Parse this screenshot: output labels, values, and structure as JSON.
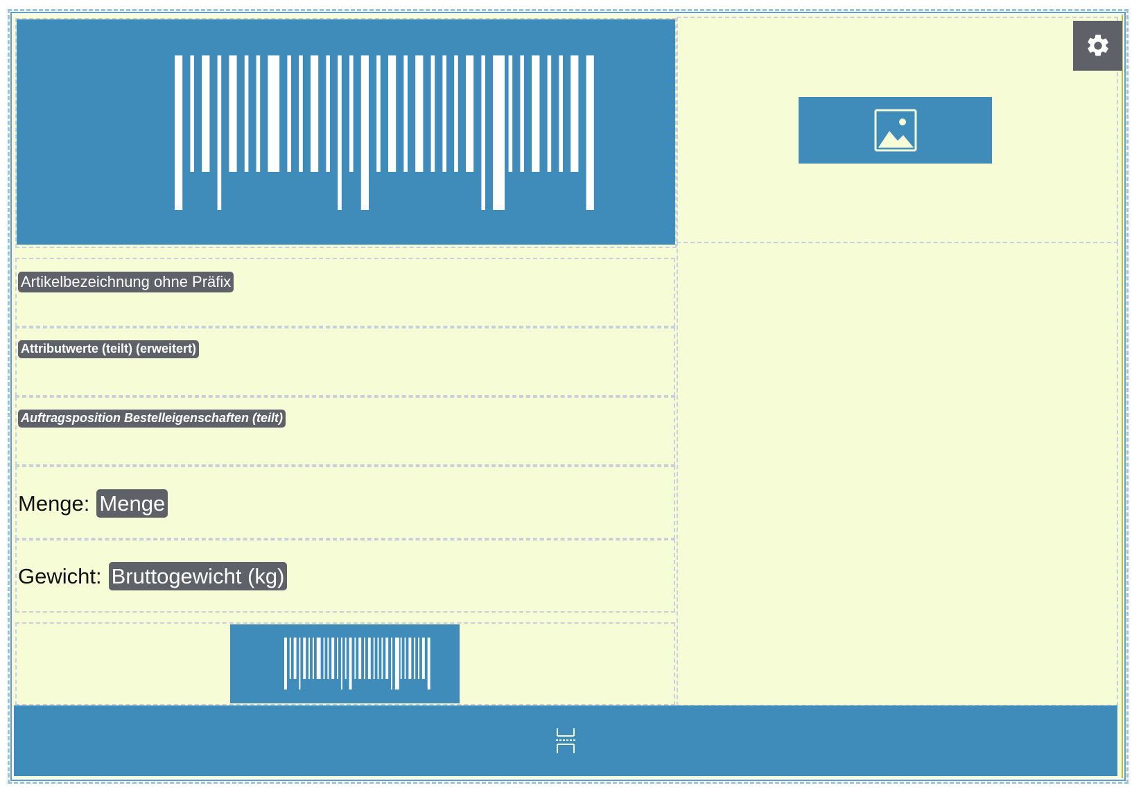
{
  "fields": {
    "article_name": "Artikelbezeichnung ohne Präfix",
    "attribute_values": "Attributwerte (teilt) (erweitert)",
    "order_properties": "Auftragsposition Bestelleigenschaften (teilt)",
    "quantity_label": "Menge:",
    "quantity_value": "Menge",
    "weight_label": "Gewicht:",
    "weight_value": "Bruttogewicht (kg)"
  },
  "icons": {
    "barcode": "barcode-icon",
    "image": "image-icon",
    "settings": "gear-icon",
    "footer": "page-break-icon"
  },
  "colors": {
    "canvas_bg": "#f6fcd6",
    "element_blue": "#3f8cbb",
    "chip_gray": "#5f6169",
    "icon_light": "#f6fcd6"
  }
}
